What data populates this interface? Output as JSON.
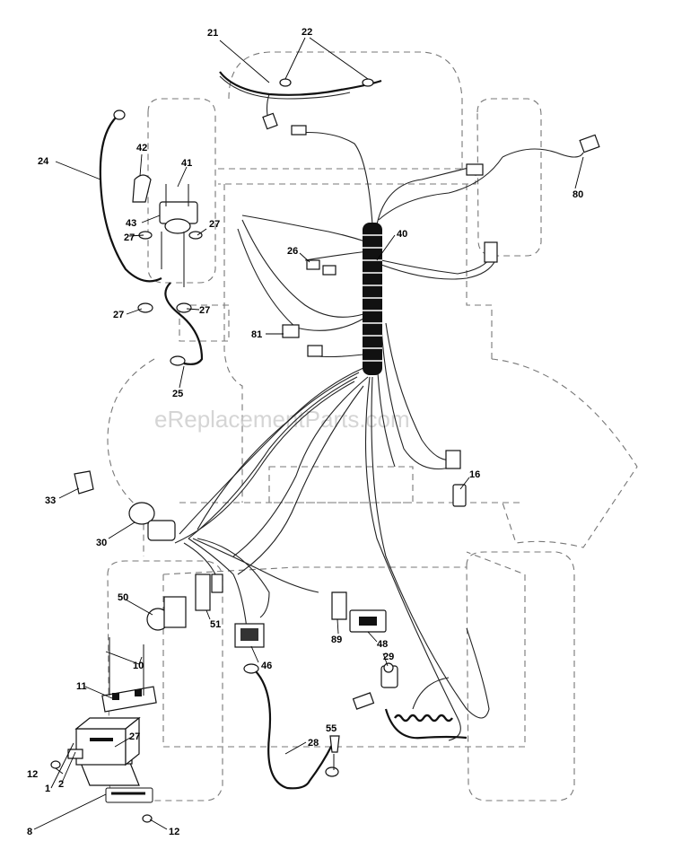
{
  "watermark": "eReplacementParts.com",
  "part_labels": {
    "p21": "21",
    "p22": "22",
    "p24": "24",
    "p42": "42",
    "p41": "41",
    "p43": "43",
    "p27a": "27",
    "p27b": "27",
    "p27c": "27",
    "p27d": "27",
    "p27e": "27",
    "p26": "26",
    "p40": "40",
    "p80": "80",
    "p81": "81",
    "p25": "25",
    "p16": "16",
    "p33": "33",
    "p30": "30",
    "p50": "50",
    "p51": "51",
    "p89": "89",
    "p48": "48",
    "p46": "46",
    "p29": "29",
    "p10": "10",
    "p11": "11",
    "p1": "1",
    "p2": "2",
    "p12a": "12",
    "p12b": "12",
    "p8": "8",
    "p28": "28",
    "p55": "55"
  }
}
